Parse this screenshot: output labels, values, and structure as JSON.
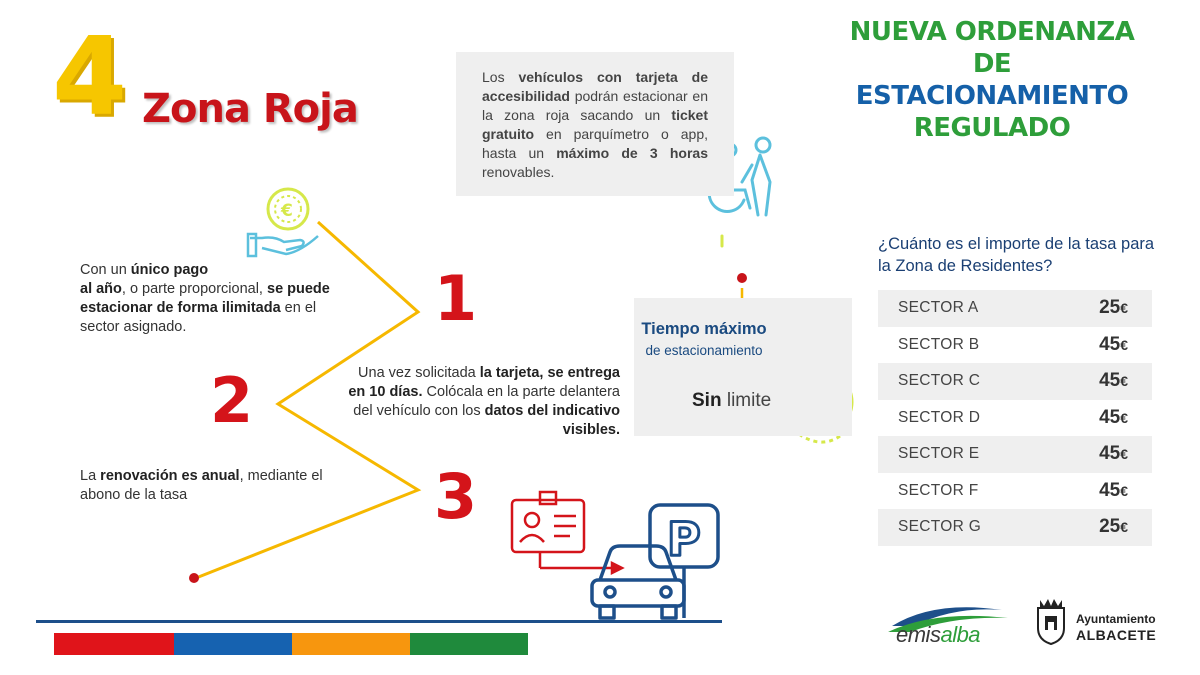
{
  "header": {
    "line1": "NUEVA ORDENANZA DE",
    "line2_part1": "ESTACIONAMIENTO",
    "line2_part2": "REGULADO"
  },
  "zone": {
    "number": "4",
    "title": "Zona Roja"
  },
  "steps": [
    {
      "number": "1",
      "t1": "Con un ",
      "b1": "único pago",
      "t2": " ",
      "b2": "al año",
      "t3": ", o parte proporcional, ",
      "b3": "se puede estacionar de forma ilimitada",
      "t4": " en el sector asignado."
    },
    {
      "number": "2",
      "t1": "Una vez solicitada ",
      "b1": "la tarjeta,",
      "t2": " ",
      "b2": "se entrega en 10 días.",
      "t3": " Colócala en la parte delantera del vehículo con los ",
      "b3": "datos del indicativo visibles.",
      "t4": ""
    },
    {
      "number": "3",
      "t1": "La ",
      "b1": "renovación es anual",
      "t2": ", mediante el abono de la tasa",
      "b2": "",
      "t3": "",
      "b3": "",
      "t4": ""
    }
  ],
  "accessibility": {
    "t1": "Los ",
    "b1": "vehículos con tarjeta de accesibilidad",
    "t2": " podrán estacionar en la zona roja sacando un ",
    "b2": "ticket gratuito",
    "t3": " en parquímetro o app, hasta un ",
    "b3": "máximo de 3 horas",
    "t4": " renovables."
  },
  "time_box": {
    "title": "Tiempo máximo",
    "subtitle": "de estacionamiento",
    "value_bold": "Sin",
    "value_rest": " limite"
  },
  "tariff": {
    "question": "¿Cuánto es el importe de la tasa para la Zona de Residentes?",
    "rows": [
      {
        "sector": "SECTOR A",
        "amount": "25",
        "currency": "€"
      },
      {
        "sector": "SECTOR B",
        "amount": "45",
        "currency": "€"
      },
      {
        "sector": "SECTOR C",
        "amount": "45",
        "currency": "€"
      },
      {
        "sector": "SECTOR D",
        "amount": "45",
        "currency": "€"
      },
      {
        "sector": "SECTOR E",
        "amount": "45",
        "currency": "€"
      },
      {
        "sector": "SECTOR F",
        "amount": "45",
        "currency": "€"
      },
      {
        "sector": "SECTOR G",
        "amount": "25",
        "currency": "€"
      }
    ]
  },
  "icons": {
    "euro_coin": "euro-coin-hand-icon",
    "wheelchair": "wheelchair-person-icon",
    "stopwatch": "stopwatch-icon",
    "id_card": "id-card-icon",
    "parking": "parking-car-icon",
    "euro_symbol": "€",
    "parking_letter": "P"
  },
  "footer": {
    "emis_part1": "emis",
    "emis_part2": "alba",
    "ayto_line1": "Ayuntamiento",
    "ayto_line2": "ALBACETE"
  },
  "colors": {
    "red": "#c8141a",
    "yellow": "#f6c600",
    "green": "#2e9e3a",
    "blue": "#1560a8",
    "navy": "#1a3f73",
    "lime": "#d6e84a",
    "cyan": "#5cc0dd"
  }
}
